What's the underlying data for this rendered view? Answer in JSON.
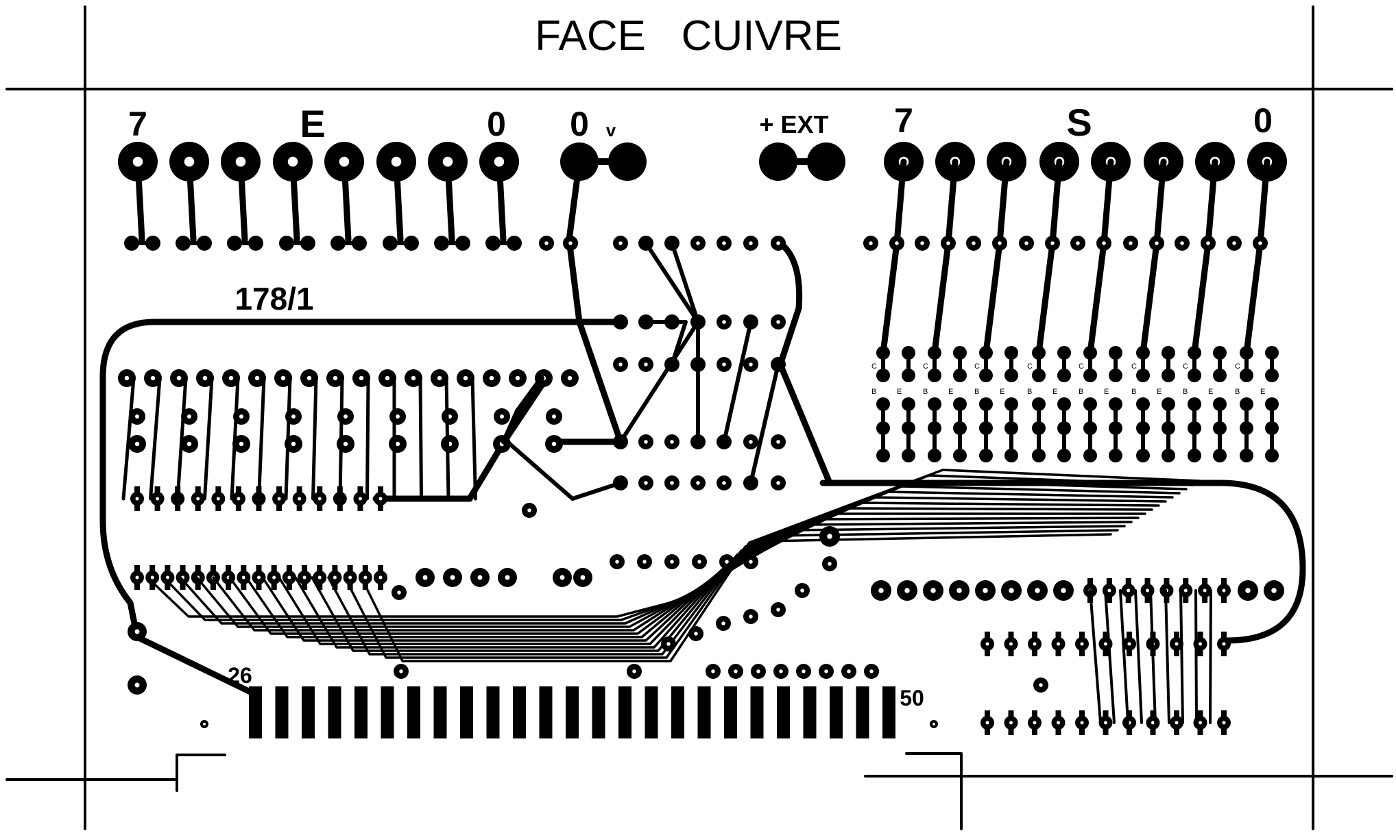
{
  "title": "FACE   CUIVRE",
  "board_reference": "178/1",
  "input_labels": {
    "bit_high": "7",
    "group": "E",
    "bit_low": "0"
  },
  "supply_labels": {
    "zero_volt": "0",
    "zero_volt_suffix": "v",
    "plus_ext": "+ EXT"
  },
  "output_labels": {
    "bit_high": "7",
    "group": "S",
    "bit_low": "0"
  },
  "connector_labels": {
    "first_pin": "26",
    "last_pin": "50"
  },
  "transistor_pin_labels": {
    "collector": "C",
    "base": "B",
    "emitter": "E"
  },
  "colors": {
    "copper": "#000000",
    "substrate": "#ffffff"
  }
}
